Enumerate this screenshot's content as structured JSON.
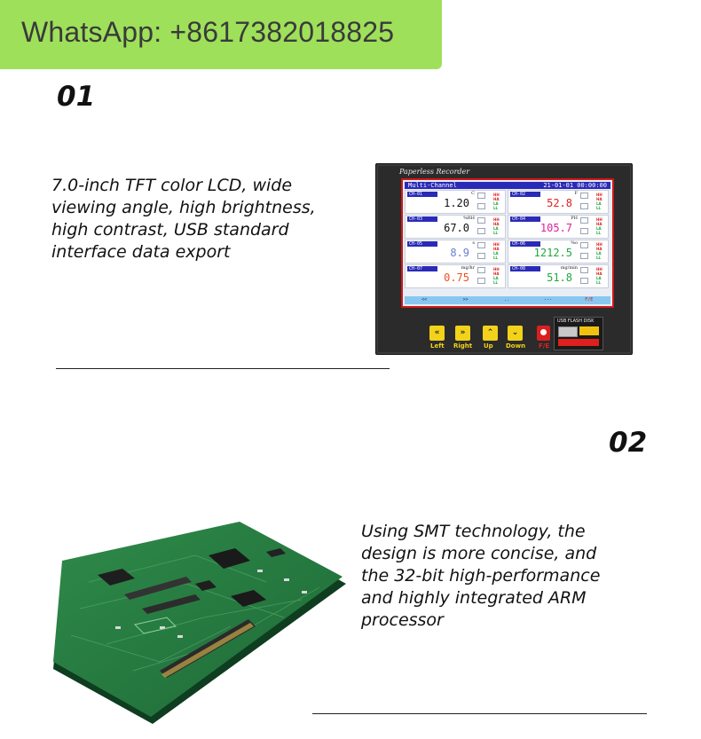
{
  "banner": {
    "text": "WhatsApp: +8617382018825",
    "bg": "#9ee05a"
  },
  "section1": {
    "number": "01",
    "lines": [
      "7.0-inch TFT color LCD, wide",
      "viewing angle, high brightness,",
      "high contrast, USB standard",
      "interface data export"
    ]
  },
  "section2": {
    "number": "02",
    "lines": [
      "Using SMT technology, the",
      "design is more concise, and",
      "the 32-bit high-performance",
      "and highly integrated ARM",
      "processor"
    ]
  },
  "device": {
    "brand": "Paperless Recorder",
    "screen_title": "Multi-Channel",
    "datetime": "21-01-01 00:00:00",
    "channels": [
      {
        "tag": "CH-01",
        "unit": "C",
        "value": "1.20",
        "color": "#111111"
      },
      {
        "tag": "CH-02",
        "unit": "F",
        "value": "52.8",
        "color": "#e02020"
      },
      {
        "tag": "CH-03",
        "unit": "%RH",
        "value": "67.0",
        "color": "#111111"
      },
      {
        "tag": "CH-04",
        "unit": "PH",
        "value": "105.7",
        "color": "#e0209a"
      },
      {
        "tag": "CH-05",
        "unit": "s",
        "value": "8.9",
        "color": "#6a7fd0"
      },
      {
        "tag": "CH-06",
        "unit": "%o",
        "value": "1212.5",
        "color": "#20a840"
      },
      {
        "tag": "CH-07",
        "unit": "mg/hr",
        "value": "0.75",
        "color": "#f05020"
      },
      {
        "tag": "CH-08",
        "unit": "mg/min",
        "value": "51.8",
        "color": "#20a840"
      }
    ],
    "alarm_labels": [
      "HH",
      "HA",
      "LA",
      "LL"
    ],
    "footer_buttons": [
      "<<",
      ">>",
      "..",
      "---",
      "F/E"
    ],
    "keys": [
      {
        "label": "Left",
        "symbol": "«"
      },
      {
        "label": "Right",
        "symbol": "»"
      },
      {
        "label": "Up",
        "symbol": "⌃"
      },
      {
        "label": "Down",
        "symbol": "⌄"
      }
    ],
    "fe_label": "F/E",
    "usb_label": "USB FLASH DISK"
  }
}
